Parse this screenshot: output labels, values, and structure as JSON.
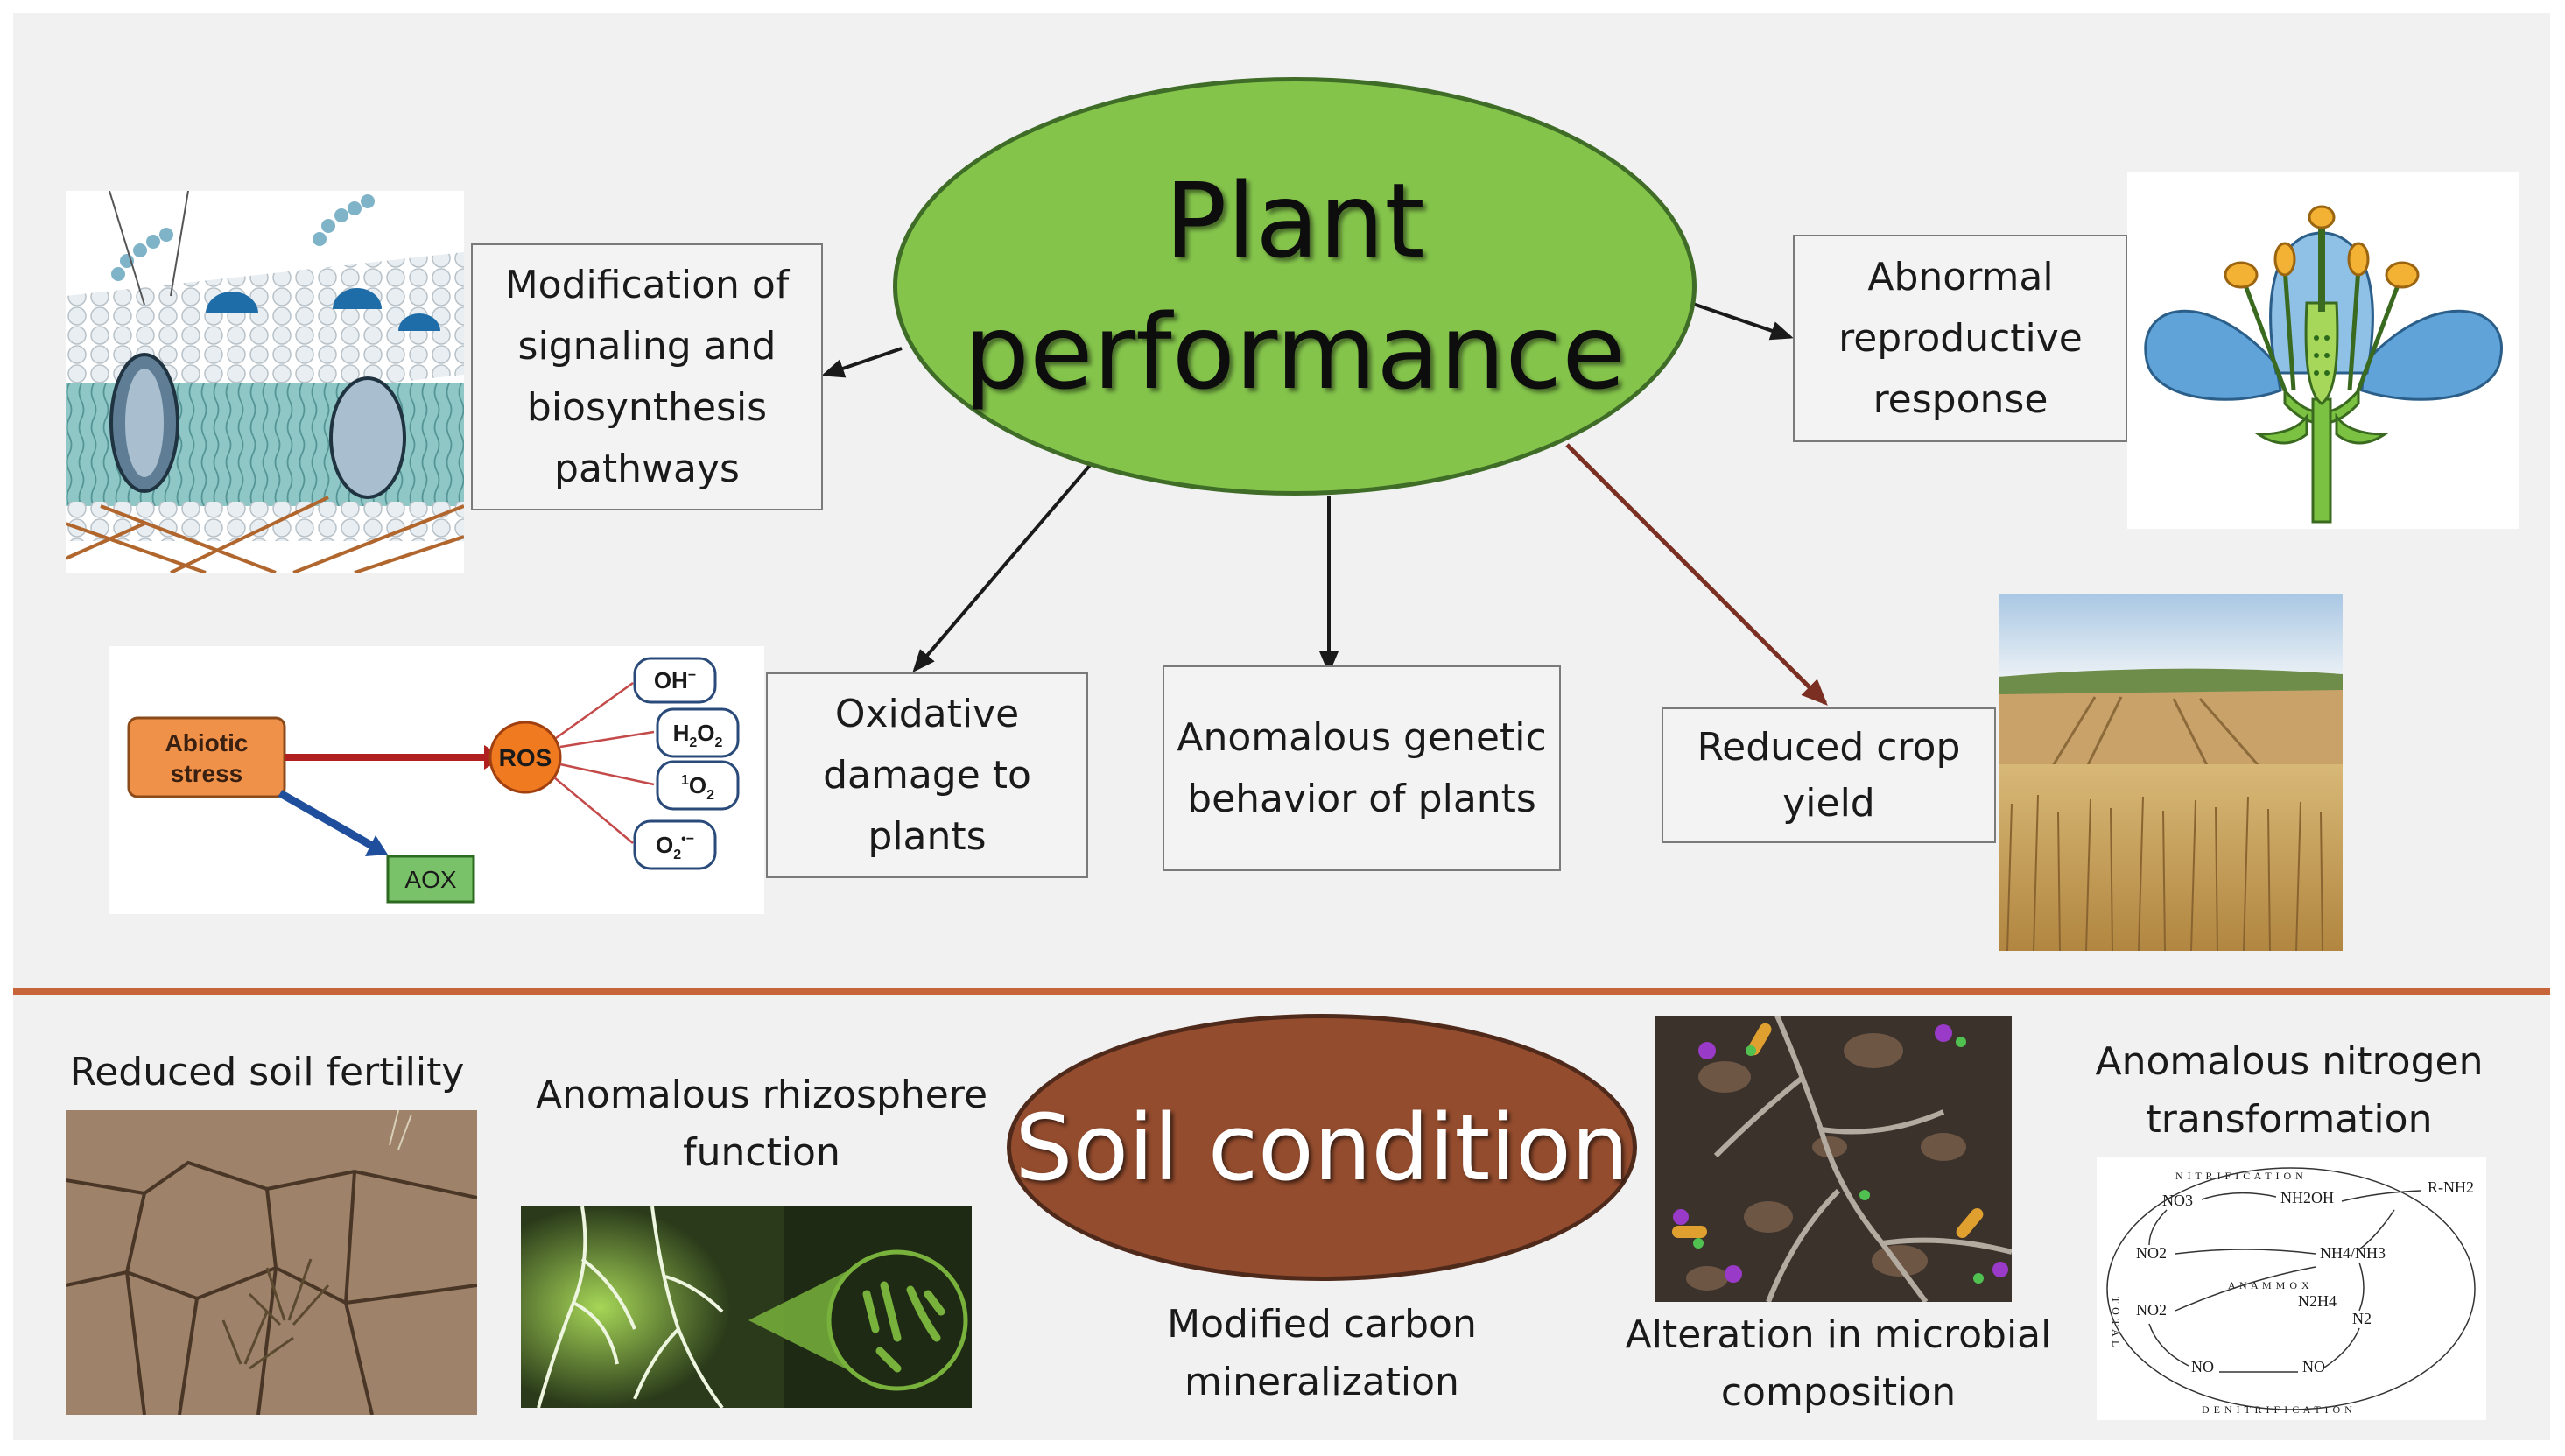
{
  "center_top": [
    "Plant",
    "performance"
  ],
  "center_bottom": "Soil condition",
  "plant_effects": {
    "signaling": "Modification of signaling and biosynthesis pathways",
    "reproductive": "Abnormal reproductive response",
    "oxidative": "Oxidative damage to plants",
    "genetic": "Anomalous genetic behavior of plants",
    "yield": "Reduced crop yield"
  },
  "soil_effects": {
    "fertility": "Reduced soil fertility",
    "rhizosphere": "Anomalous rhizosphere function",
    "carbon": "Modified carbon mineralization",
    "microbial": "Alteration in microbial composition",
    "nitrogen": "Anomalous nitrogen transformation"
  },
  "ros_diagram": {
    "stress": [
      "Abiotic",
      "stress"
    ],
    "ros": "ROS",
    "aox": "AOX",
    "species": [
      {
        "main": "OH",
        "sup": "−",
        "sub": ""
      },
      {
        "main": "H",
        "sub": "2",
        "main2": "O",
        "sub2": "2"
      },
      {
        "pre": "1",
        "main": "O",
        "sub": "2"
      },
      {
        "main": "O",
        "sub": "2",
        "sup": "•−"
      }
    ]
  },
  "nitrogen_cycle": {
    "nodes": [
      "NO3",
      "NH2OH",
      "R-NH2",
      "NO2",
      "NH4/NH3",
      "NO2",
      "N2H4",
      "N2",
      "NO",
      "NO"
    ],
    "ring_top": "N I T R I F I C A T I O N",
    "ring_bottom": "D E N I T R I F I C A T I O N",
    "ring_left": "T O T A L",
    "anammox": "A N A M M O X"
  },
  "colors": {
    "plant_fill": "#84c44b",
    "soil_fill": "#944c2e",
    "divider": "#c8643a",
    "arrow_dark": "#1a1a1a",
    "arrow_brown": "#7a2f22"
  }
}
